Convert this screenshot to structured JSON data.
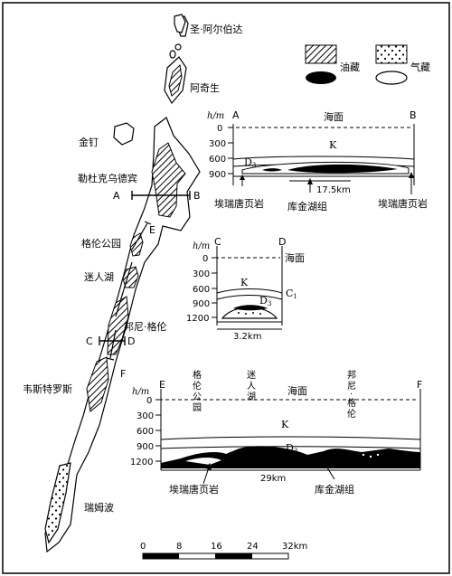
{
  "legend": {
    "oil_label": "油藏",
    "gas_label": "气藏"
  },
  "fields": {
    "sheng_aerboda": "圣·阿尔伯达",
    "aqisheng": "阿奇生",
    "jinding": "金钉",
    "ledukewudebin": "勒杜克乌德宾",
    "gelun_park": "格伦公园",
    "mirenhu": "迷人湖",
    "bangni_gelun": "邦尼·格伦",
    "weisiteluosi": "韦斯特罗斯",
    "ruimubo": "瑞姆波"
  },
  "section_lines": [
    {
      "a": "A",
      "b": "B"
    },
    {
      "a": "C",
      "b": "D"
    },
    {
      "a": "E",
      "b": "F"
    }
  ],
  "section_ab": {
    "a": "A",
    "b": "B",
    "depth_axis": "h/m",
    "ticks": [
      "0",
      "300",
      "600",
      "900"
    ],
    "sea": "海面",
    "k": "K",
    "d3": "D",
    "d3_sub": "3",
    "width": "17.5km",
    "shale_left": "埃瑞唐页岩",
    "shale_right": "埃瑞唐页岩",
    "kuqin": "库金湖组"
  },
  "section_cd": {
    "a": "C",
    "b": "D",
    "depth_axis": "h/m",
    "ticks": [
      "0",
      "300",
      "600",
      "900",
      "1200"
    ],
    "sea": "海面",
    "k": "K",
    "d3": "D",
    "d3_sub": "3",
    "c1": "C",
    "c1_sub": "1",
    "width": "3.2km"
  },
  "section_ef": {
    "a": "E",
    "b": "F",
    "depth_axis": "h/m",
    "ticks": [
      "0",
      "300",
      "600",
      "900",
      "1200"
    ],
    "sea": "海面",
    "k": "K",
    "d3": "D",
    "d3_sub": "3",
    "col_gelun": [
      "格",
      "伦",
      "公",
      "园"
    ],
    "col_miren": [
      "迷",
      "人",
      "湖"
    ],
    "col_bangni": [
      "邦",
      "尼",
      "·",
      "格",
      "伦"
    ],
    "width": "29km",
    "shale": "埃瑞唐页岩",
    "kuqin": "库金湖组"
  },
  "scale_bar": {
    "ticks": [
      "0",
      "8",
      "16",
      "24",
      "32km"
    ]
  }
}
